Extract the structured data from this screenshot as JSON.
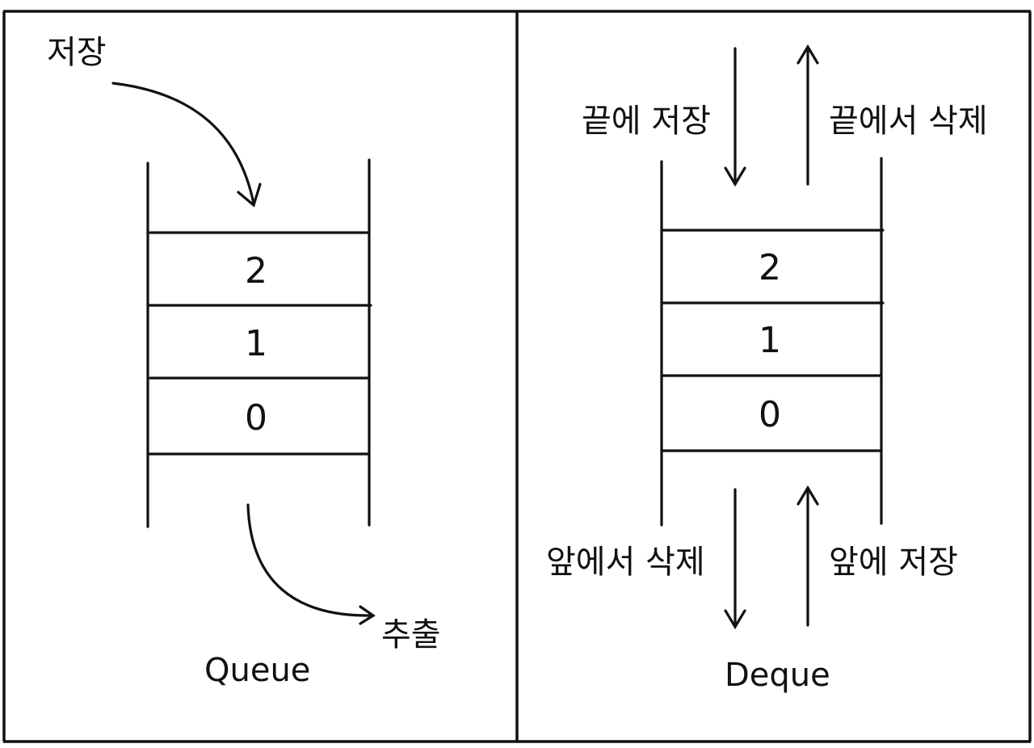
{
  "queue": {
    "title": "Queue",
    "enqueue_label": "저장",
    "dequeue_label": "추출",
    "cells": [
      "2",
      "1",
      "0"
    ]
  },
  "deque": {
    "title": "Deque",
    "push_back_label": "끝에 저장",
    "pop_back_label": "끝에서 삭제",
    "pop_front_label": "앞에서 삭제",
    "push_front_label": "앞에 저장",
    "cells": [
      "2",
      "1",
      "0"
    ]
  }
}
